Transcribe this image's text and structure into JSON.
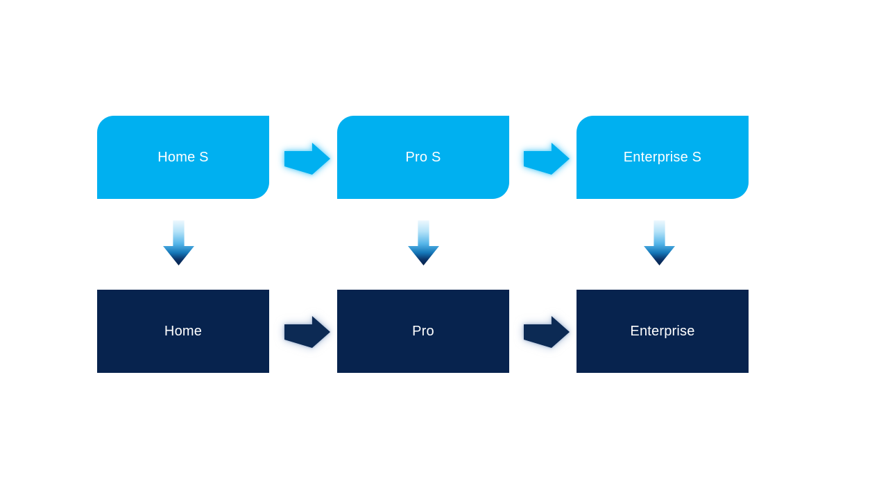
{
  "colors": {
    "background": "#FFFFFF",
    "accent_light_blue": "#00B0F0",
    "accent_dark_navy": "#07234E",
    "label_text": "#FFFFFF"
  },
  "diagram": {
    "type": "flow",
    "top_row": [
      {
        "label": "Home S"
      },
      {
        "label": "Pro S"
      },
      {
        "label": "Enterprise S"
      }
    ],
    "bottom_row": [
      {
        "label": "Home"
      },
      {
        "label": "Pro"
      },
      {
        "label": "Enterprise"
      }
    ],
    "arrows": {
      "top_horizontal": "right-arrow",
      "bottom_horizontal": "right-arrow",
      "vertical": "down-arrow"
    }
  }
}
